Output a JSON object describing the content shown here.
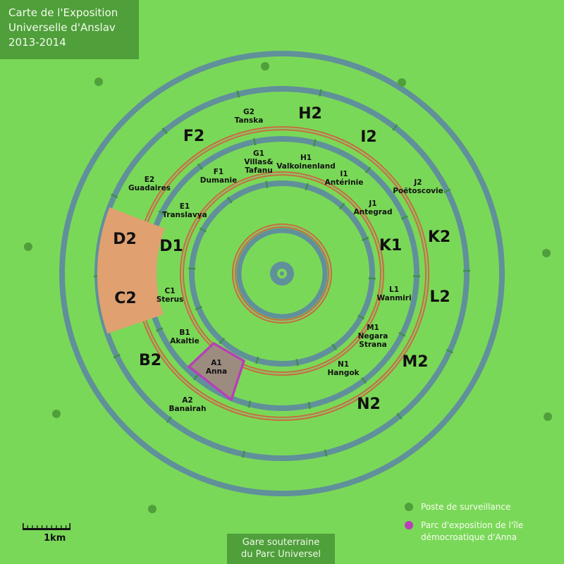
{
  "title": {
    "line1": "Carte de l'Exposition",
    "line2": "Universelle d'Anslav",
    "line3": "2013-2014"
  },
  "station": {
    "line1": "Gare souterraine",
    "line2": "du Parc Universel"
  },
  "legend": {
    "watch_post": "Poste de surveillance",
    "anna_park_line1": "Parc d'exposition de l'île",
    "anna_park_line2": "démocroatique d'Anna",
    "watch_color": "#4f9f3b",
    "anna_color": "#b83fb8"
  },
  "scale": {
    "label": "1km"
  },
  "colors": {
    "background": "#7ad858",
    "road": "#60909a",
    "road_divider": "#3f8f4c",
    "rail": "#c96a38",
    "c2_zone": "#e0a070",
    "anna_fill": "#9c8c80",
    "anna_border": "#b83fb8"
  },
  "zones_outer": [
    {
      "id": "A2",
      "name": "Banairah"
    },
    {
      "id": "B2",
      "name": ""
    },
    {
      "id": "C2",
      "name": ""
    },
    {
      "id": "D2",
      "name": ""
    },
    {
      "id": "E2",
      "name": "Guadaires"
    },
    {
      "id": "F2",
      "name": ""
    },
    {
      "id": "G2",
      "name": "Tanska"
    },
    {
      "id": "H2",
      "name": ""
    },
    {
      "id": "I2",
      "name": ""
    },
    {
      "id": "J2",
      "name": "Poëtoscovie"
    },
    {
      "id": "K2",
      "name": ""
    },
    {
      "id": "L2",
      "name": ""
    },
    {
      "id": "M2",
      "name": ""
    },
    {
      "id": "N2",
      "name": ""
    }
  ],
  "zones_inner": [
    {
      "id": "A1",
      "name": "Anna"
    },
    {
      "id": "B1",
      "name": "Akaltie"
    },
    {
      "id": "C1",
      "name": "Sterus"
    },
    {
      "id": "D1",
      "name": ""
    },
    {
      "id": "E1",
      "name": "Translavya"
    },
    {
      "id": "F1",
      "name": "Dumanie"
    },
    {
      "id": "G1",
      "name": "Villas&",
      "name2": "Tafanu"
    },
    {
      "id": "H1",
      "name": "Valkoinenland"
    },
    {
      "id": "I1",
      "name": "Antérinie"
    },
    {
      "id": "J1",
      "name": "Antegrad"
    },
    {
      "id": "K1",
      "name": ""
    },
    {
      "id": "L1",
      "name": "Wanmiri"
    },
    {
      "id": "M1",
      "name": "Negara",
      "name2": "Strana"
    },
    {
      "id": "N1",
      "name": "Hangok"
    }
  ]
}
